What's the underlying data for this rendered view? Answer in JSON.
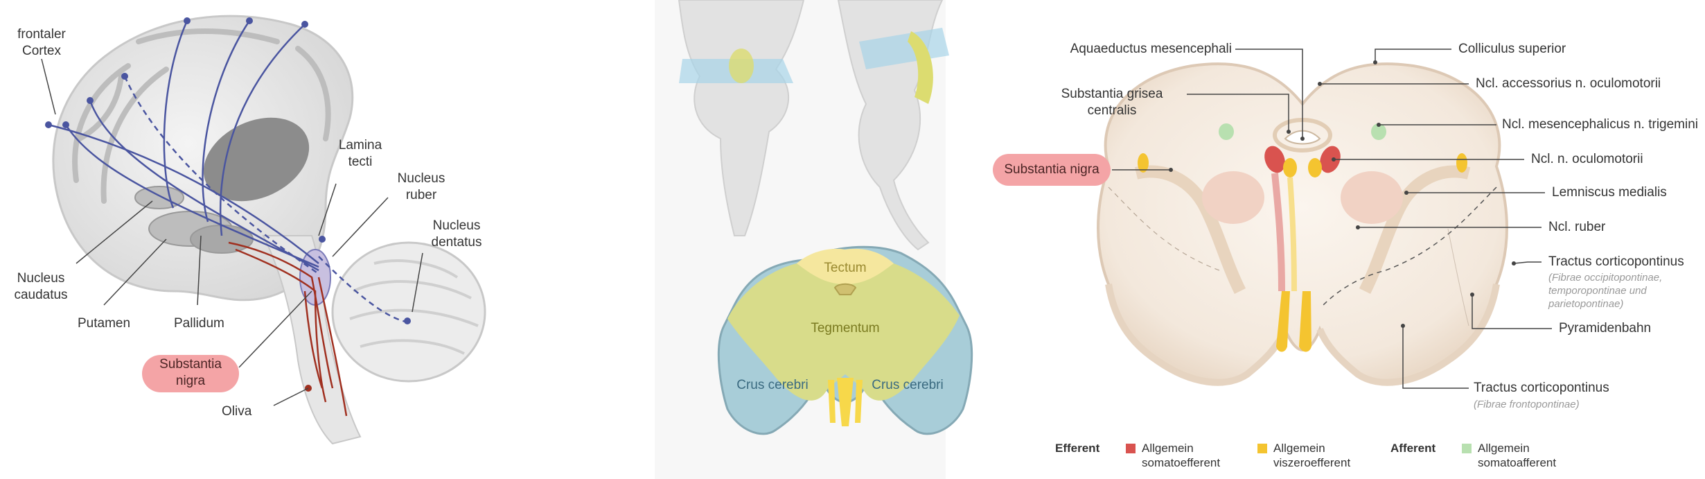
{
  "left_panel": {
    "frontaler_cortex": [
      "frontaler",
      "Cortex"
    ],
    "lamina_tecti": [
      "Lamina",
      "tecti"
    ],
    "nucleus_ruber": [
      "Nucleus",
      "ruber"
    ],
    "nucleus_dentatus": [
      "Nucleus",
      "dentatus"
    ],
    "nucleus_caudatus": [
      "Nucleus",
      "caudatus"
    ],
    "putamen": "Putamen",
    "pallidum": "Pallidum",
    "substantia_nigra": [
      "Substantia",
      "nigra"
    ],
    "oliva": "Oliva"
  },
  "middle_panel": {
    "tectum": "Tectum",
    "tegmentum": "Tegmentum",
    "crus_left": "Crus cerebri",
    "crus_right": "Crus cerebri"
  },
  "right_panel": {
    "aquaeductus": "Aquaeductus mesencephali",
    "colliculus": "Colliculus superior",
    "substantia_grisea": [
      "Substantia grisea",
      "centralis"
    ],
    "ncl_accessorius": "Ncl. accessorius n. oculomotorii",
    "ncl_mesencephalicus": "Ncl. mesencephalicus n. trigemini",
    "substantia_nigra": "Substantia nigra",
    "ncl_oculomotorii": "Ncl. n. oculomotorii",
    "lemniscus": "Lemniscus medialis",
    "ncl_ruber": "Ncl. ruber",
    "tractus_1": "Tractus corticopontinus",
    "tractus_1_sub": [
      "(Fibrae occipitopontinae,",
      "temporopontinae und",
      "parietopontinae)"
    ],
    "pyramidenbahn": "Pyramidenbahn",
    "tractus_2": "Tractus corticopontinus",
    "tractus_2_sub": "(Fibrae frontopontinae)"
  },
  "legend": {
    "efferent": "Efferent",
    "afferent": "Afferent",
    "items": [
      {
        "lines": [
          "Allgemein",
          "somatoefferent"
        ],
        "color": "#d9534f"
      },
      {
        "lines": [
          "Allgemein",
          "viszeroefferent"
        ],
        "color": "#f4c430"
      },
      {
        "lines": [
          "Allgemein",
          "somatoafferent"
        ],
        "color": "#b8e0b0"
      }
    ]
  },
  "colors": {
    "pill": "#f4a4a6",
    "tectum": "#f5e79e",
    "tegmentum": "#d8dc8a",
    "crus": "#a8cdd8",
    "pathway_blue": "#4a55a0",
    "pathway_red": "#a03020"
  }
}
